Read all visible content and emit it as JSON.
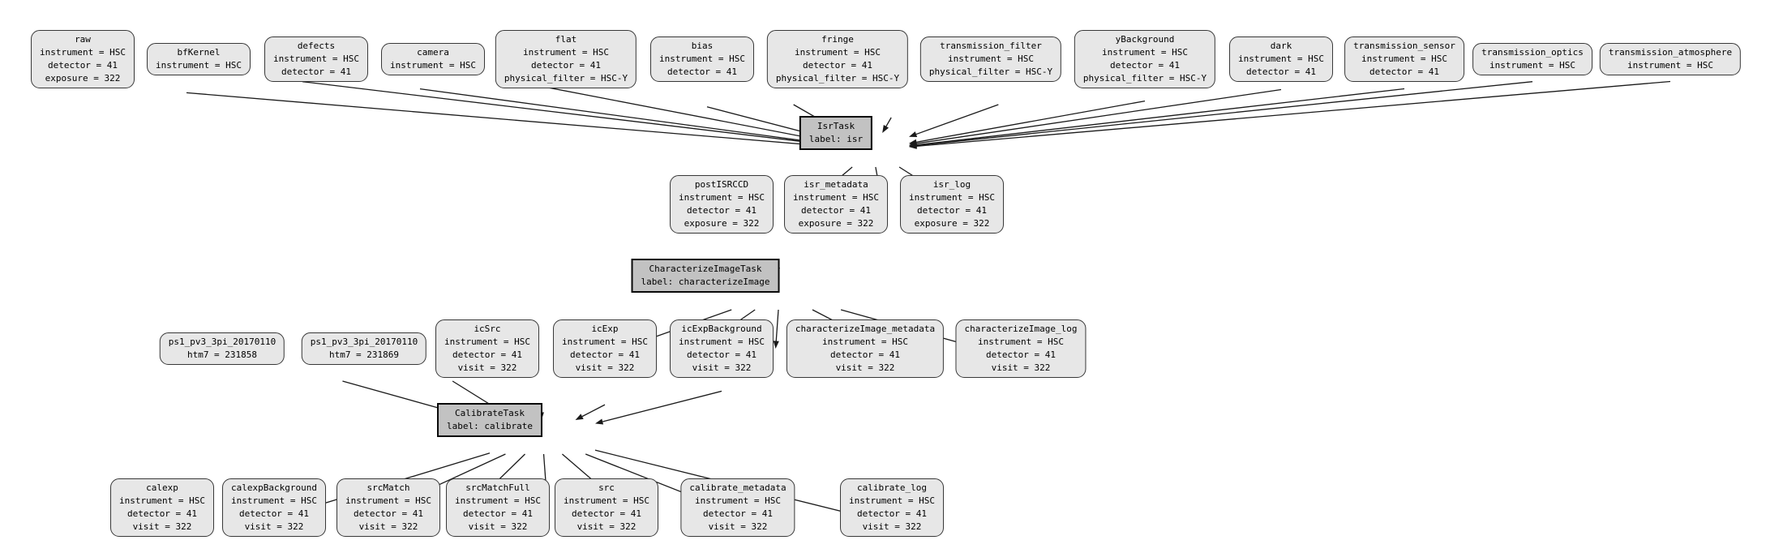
{
  "diagram": {
    "title": "pipeline quantum graph",
    "colors": {
      "background": "#ffffff",
      "dataset_fill": "#e7e7e7",
      "dataset_border": "#383838",
      "task_fill": "#c2c2c2",
      "task_border": "#0a0a0a",
      "edge": "#1a1a1a",
      "text": "#000000"
    },
    "nodes": [
      {
        "id": "raw",
        "type": "dataset",
        "lines": [
          "raw",
          "instrument = HSC",
          "detector = 41",
          "exposure = 322"
        ]
      },
      {
        "id": "bfKernel",
        "type": "dataset",
        "lines": [
          "bfKernel",
          "instrument = HSC"
        ]
      },
      {
        "id": "defects",
        "type": "dataset",
        "lines": [
          "defects",
          "instrument = HSC",
          "detector = 41"
        ]
      },
      {
        "id": "camera",
        "type": "dataset",
        "lines": [
          "camera",
          "instrument = HSC"
        ]
      },
      {
        "id": "flat",
        "type": "dataset",
        "lines": [
          "flat",
          "instrument = HSC",
          "detector = 41",
          "physical_filter = HSC-Y"
        ]
      },
      {
        "id": "bias",
        "type": "dataset",
        "lines": [
          "bias",
          "instrument = HSC",
          "detector = 41"
        ]
      },
      {
        "id": "fringe",
        "type": "dataset",
        "lines": [
          "fringe",
          "instrument = HSC",
          "detector = 41",
          "physical_filter = HSC-Y"
        ]
      },
      {
        "id": "transmission_filter",
        "type": "dataset",
        "lines": [
          "transmission_filter",
          "instrument = HSC",
          "physical_filter = HSC-Y"
        ]
      },
      {
        "id": "yBackground",
        "type": "dataset",
        "lines": [
          "yBackground",
          "instrument = HSC",
          "detector = 41",
          "physical_filter = HSC-Y"
        ]
      },
      {
        "id": "dark",
        "type": "dataset",
        "lines": [
          "dark",
          "instrument = HSC",
          "detector = 41"
        ]
      },
      {
        "id": "transmission_sensor",
        "type": "dataset",
        "lines": [
          "transmission_sensor",
          "instrument = HSC",
          "detector = 41"
        ]
      },
      {
        "id": "transmission_optics",
        "type": "dataset",
        "lines": [
          "transmission_optics",
          "instrument = HSC"
        ]
      },
      {
        "id": "transmission_atmosphere",
        "type": "dataset",
        "lines": [
          "transmission_atmosphere",
          "instrument = HSC"
        ]
      },
      {
        "id": "IsrTask",
        "type": "task",
        "lines": [
          "IsrTask",
          "label: isr"
        ]
      },
      {
        "id": "postISRCCD",
        "type": "dataset",
        "lines": [
          "postISRCCD",
          "instrument = HSC",
          "detector = 41",
          "exposure = 322"
        ]
      },
      {
        "id": "isr_metadata",
        "type": "dataset",
        "lines": [
          "isr_metadata",
          "instrument = HSC",
          "detector = 41",
          "exposure = 322"
        ]
      },
      {
        "id": "isr_log",
        "type": "dataset",
        "lines": [
          "isr_log",
          "instrument = HSC",
          "detector = 41",
          "exposure = 322"
        ]
      },
      {
        "id": "CharacterizeImageTask",
        "type": "task",
        "lines": [
          "CharacterizeImageTask",
          "label: characterizeImage"
        ]
      },
      {
        "id": "ps1_a",
        "type": "dataset",
        "lines": [
          "ps1_pv3_3pi_20170110",
          "htm7 = 231858"
        ]
      },
      {
        "id": "ps1_b",
        "type": "dataset",
        "lines": [
          "ps1_pv3_3pi_20170110",
          "htm7 = 231869"
        ]
      },
      {
        "id": "icSrc",
        "type": "dataset",
        "lines": [
          "icSrc",
          "instrument = HSC",
          "detector = 41",
          "visit = 322"
        ]
      },
      {
        "id": "icExp",
        "type": "dataset",
        "lines": [
          "icExp",
          "instrument = HSC",
          "detector = 41",
          "visit = 322"
        ]
      },
      {
        "id": "icExpBackground",
        "type": "dataset",
        "lines": [
          "icExpBackground",
          "instrument = HSC",
          "detector = 41",
          "visit = 322"
        ]
      },
      {
        "id": "characterizeImage_metadata",
        "type": "dataset",
        "lines": [
          "characterizeImage_metadata",
          "instrument = HSC",
          "detector = 41",
          "visit = 322"
        ]
      },
      {
        "id": "characterizeImage_log",
        "type": "dataset",
        "lines": [
          "characterizeImage_log",
          "instrument = HSC",
          "detector = 41",
          "visit = 322"
        ]
      },
      {
        "id": "CalibrateTask",
        "type": "task",
        "lines": [
          "CalibrateTask",
          "label: calibrate"
        ]
      },
      {
        "id": "calexp",
        "type": "dataset",
        "lines": [
          "calexp",
          "instrument = HSC",
          "detector = 41",
          "visit = 322"
        ]
      },
      {
        "id": "calexpBackground",
        "type": "dataset",
        "lines": [
          "calexpBackground",
          "instrument = HSC",
          "detector = 41",
          "visit = 322"
        ]
      },
      {
        "id": "srcMatch",
        "type": "dataset",
        "lines": [
          "srcMatch",
          "instrument = HSC",
          "detector = 41",
          "visit = 322"
        ]
      },
      {
        "id": "srcMatchFull",
        "type": "dataset",
        "lines": [
          "srcMatchFull",
          "instrument = HSC",
          "detector = 41",
          "visit = 322"
        ]
      },
      {
        "id": "src",
        "type": "dataset",
        "lines": [
          "src",
          "instrument = HSC",
          "detector = 41",
          "visit = 322"
        ]
      },
      {
        "id": "calibrate_metadata",
        "type": "dataset",
        "lines": [
          "calibrate_metadata",
          "instrument = HSC",
          "detector = 41",
          "visit = 322"
        ]
      },
      {
        "id": "calibrate_log",
        "type": "dataset",
        "lines": [
          "calibrate_log",
          "instrument = HSC",
          "detector = 41",
          "visit = 322"
        ]
      }
    ],
    "edges": [
      [
        "raw",
        "IsrTask"
      ],
      [
        "bfKernel",
        "IsrTask"
      ],
      [
        "defects",
        "IsrTask"
      ],
      [
        "camera",
        "IsrTask"
      ],
      [
        "flat",
        "IsrTask"
      ],
      [
        "bias",
        "IsrTask"
      ],
      [
        "fringe",
        "IsrTask"
      ],
      [
        "transmission_filter",
        "IsrTask"
      ],
      [
        "yBackground",
        "IsrTask"
      ],
      [
        "dark",
        "IsrTask"
      ],
      [
        "transmission_sensor",
        "IsrTask"
      ],
      [
        "transmission_optics",
        "IsrTask"
      ],
      [
        "transmission_atmosphere",
        "IsrTask"
      ],
      [
        "IsrTask",
        "postISRCCD"
      ],
      [
        "IsrTask",
        "isr_metadata"
      ],
      [
        "IsrTask",
        "isr_log"
      ],
      [
        "postISRCCD",
        "CharacterizeImageTask"
      ],
      [
        "CharacterizeImageTask",
        "icSrc"
      ],
      [
        "CharacterizeImageTask",
        "icExp"
      ],
      [
        "CharacterizeImageTask",
        "icExpBackground"
      ],
      [
        "CharacterizeImageTask",
        "characterizeImage_metadata"
      ],
      [
        "CharacterizeImageTask",
        "characterizeImage_log"
      ],
      [
        "ps1_a",
        "CalibrateTask"
      ],
      [
        "ps1_b",
        "CalibrateTask"
      ],
      [
        "icSrc",
        "CalibrateTask"
      ],
      [
        "icExp",
        "CalibrateTask"
      ],
      [
        "icExpBackground",
        "CalibrateTask"
      ],
      [
        "CalibrateTask",
        "calexp"
      ],
      [
        "CalibrateTask",
        "calexpBackground"
      ],
      [
        "CalibrateTask",
        "srcMatch"
      ],
      [
        "CalibrateTask",
        "srcMatchFull"
      ],
      [
        "CalibrateTask",
        "src"
      ],
      [
        "CalibrateTask",
        "calibrate_metadata"
      ],
      [
        "CalibrateTask",
        "calibrate_log"
      ]
    ]
  }
}
